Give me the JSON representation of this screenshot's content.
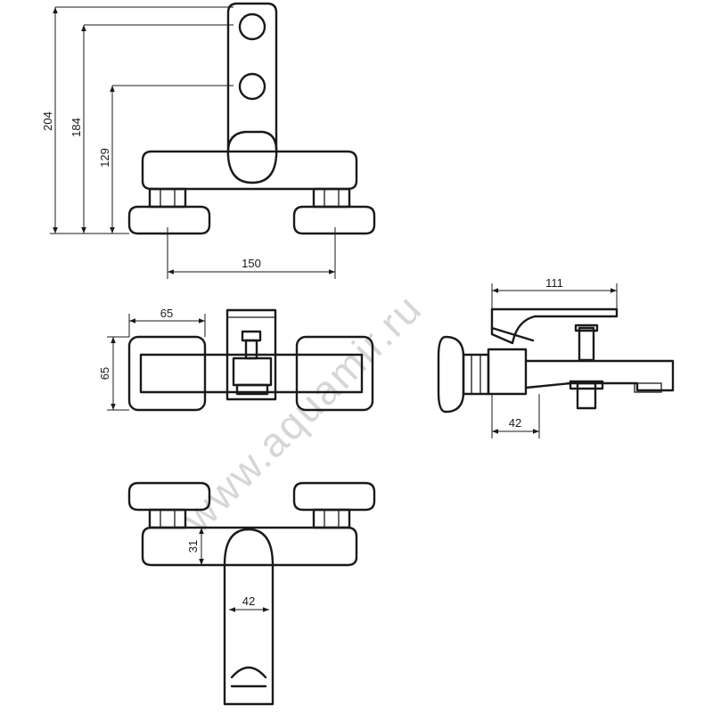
{
  "watermark": "www.aquamir.ru",
  "dimensions": {
    "total_height": "204",
    "upper_outlet_height": "184",
    "lower_outlet_height": "129",
    "inlet_spacing": "150",
    "cap_width": "65",
    "cap_height": "65",
    "spout_reach": "111",
    "side_depth": "42",
    "body_height": "31",
    "spout_width": "42"
  }
}
